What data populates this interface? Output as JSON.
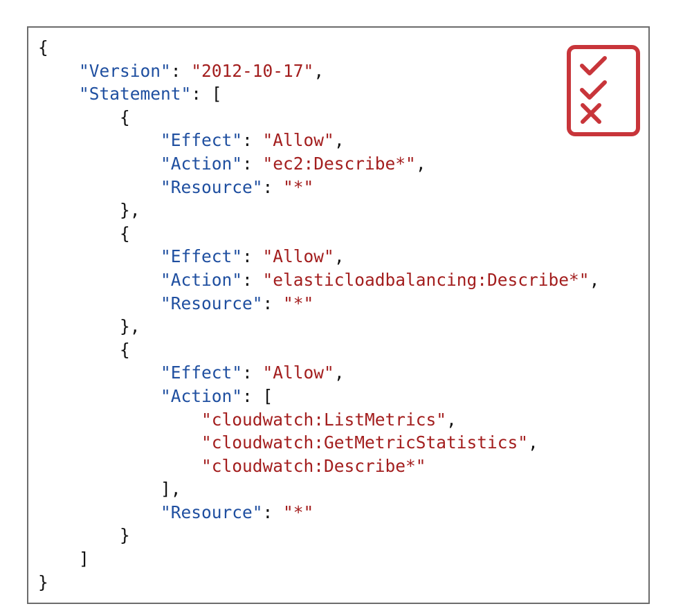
{
  "policy": {
    "keys": {
      "version": "\"Version\"",
      "statement": "\"Statement\"",
      "effect": "\"Effect\"",
      "action": "\"Action\"",
      "resource": "\"Resource\""
    },
    "version_value": "\"2012-10-17\"",
    "statements": [
      {
        "effect": "\"Allow\"",
        "action": "\"ec2:Describe*\"",
        "resource": "\"*\""
      },
      {
        "effect": "\"Allow\"",
        "action": "\"elasticloadbalancing:Describe*\"",
        "resource": "\"*\""
      },
      {
        "effect": "\"Allow\"",
        "actions": [
          "\"cloudwatch:ListMetrics\"",
          "\"cloudwatch:GetMetricStatistics\"",
          "\"cloudwatch:Describe*\""
        ],
        "resource": "\"*\""
      }
    ]
  },
  "icon": {
    "name": "checklist-icon",
    "color": "#c8353a"
  },
  "colors": {
    "key": "#1f4fa0",
    "string": "#a31e1e",
    "punctuation": "#111111",
    "border": "#6b6b6b"
  }
}
